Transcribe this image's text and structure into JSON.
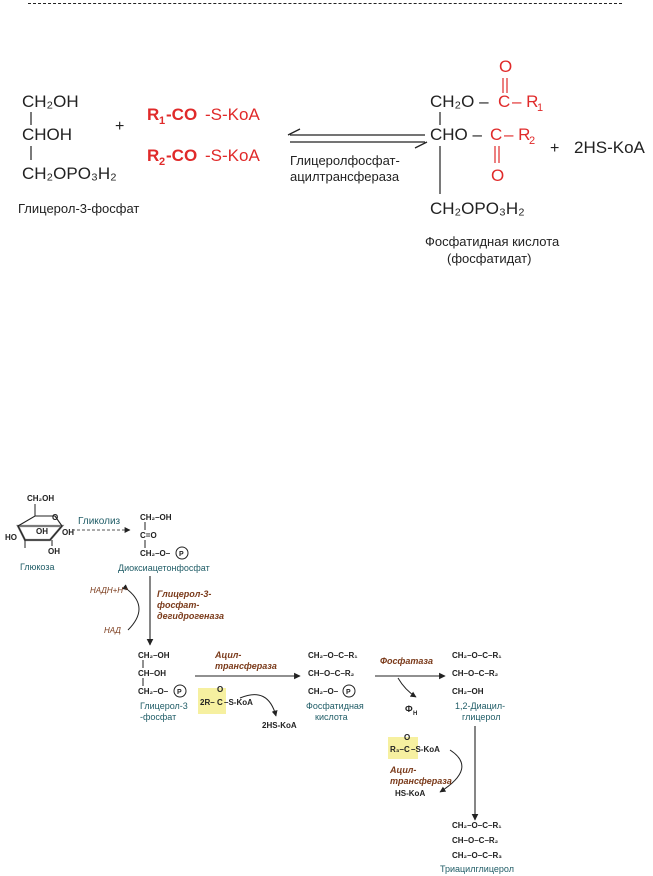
{
  "top_scheme": {
    "substrate": {
      "line1": "CH₂OH",
      "line2": "CHOH",
      "line3": "CH₂OPO₃H₂",
      "name": "Глицерол-3-фосфат"
    },
    "plus": "+",
    "acyl1": {
      "r": "R",
      "sub": "1",
      "co": "-CO",
      "koa": "-S-KoA"
    },
    "acyl2": {
      "r": "R",
      "sub": "2",
      "co": "-CO",
      "koa": "-S-KoA"
    },
    "enzyme": {
      "line1": "Глицеролфосфат-",
      "line2": "ацилтрансфераза"
    },
    "product": {
      "row1_left": "CH₂O –",
      "row1_c": "C",
      "row1_r": "– R",
      "row1_sub": "1",
      "row2_left": "CHO –",
      "row2_c": "C",
      "row2_r": "– R",
      "row2_sub": "2",
      "o": "O",
      "row3": "CH₂OPO₃H₂",
      "name_line1": "Фосфатидная кислота",
      "name_line2": "(фосфатидат)"
    },
    "coproduct": "2HS-KoA"
  },
  "bottom_scheme": {
    "glucose": {
      "ch2oh": "CH₂OH",
      "o": "O",
      "oh": "OH",
      "ho": "HO",
      "name": "Глюкоза"
    },
    "glycolysis": "Гликолиз",
    "dhap": {
      "l1": "CH₂–OH",
      "l2": "C=O",
      "l3": "CH₂–O–",
      "p": "P",
      "name": "Диоксиацетонфосфат"
    },
    "nadh": "НАДН+Н⁺",
    "nad": "НАД",
    "dehydrogenase": {
      "l1": "Глицерол-3-",
      "l2": "фосфат-",
      "l3": "дегидрогеназа"
    },
    "g3p": {
      "l1": "CH₂–OH",
      "l2": "CH–OH",
      "l3": "CH₂–O–",
      "p": "P",
      "name1": "Глицерол-3",
      "name2": "-фосфат"
    },
    "acyltransferase1": {
      "l1": "Ацил-",
      "l2": "трансфераза"
    },
    "acylcoa": {
      "prefix": "2R–",
      "c": "C",
      "o": "O",
      "suffix": "–S-KoA"
    },
    "hskoa2": "2HS-KoA",
    "pa": {
      "l1": "CH₂–O–C–R₁",
      "l2": "CH–O–C–R₂",
      "l3": "CH₂–O–",
      "p": "P",
      "name1": "Фосфатидная",
      "name2": "кислота"
    },
    "phosphatase": "Фосфатаза",
    "pi": "Ф",
    "pi_sub": "Н",
    "dag": {
      "l1": "CH₂–O–C–R₁",
      "l2": "CH–O–C–R₂",
      "l3": "CH₂–OH",
      "name1": "1,2-Диацил-",
      "name2": "глицерол"
    },
    "acylcoa3": {
      "r": "R₃–",
      "c": "C",
      "o": "O",
      "suffix": "–S-KoA"
    },
    "acyltransferase2": {
      "l1": "Ацил-",
      "l2": "трансфераза"
    },
    "hskoa": "HS-KoA",
    "tag": {
      "l1": "CH₂–O–C–R₁",
      "l2": "CH–O–C–R₂",
      "l3": "CH₂–O–C–R₃",
      "name": "Триацилглицерол"
    }
  },
  "colors": {
    "red": "#e02a2a",
    "teal": "#1f5c66",
    "brown": "#7a3a1a",
    "highlight": "#f6f0a0",
    "text": "#222222"
  }
}
